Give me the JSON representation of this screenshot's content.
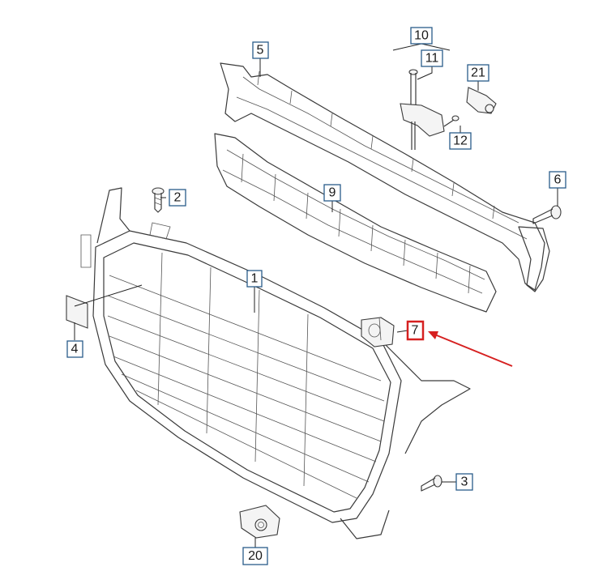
{
  "diagram": {
    "callouts": [
      {
        "id": "c1",
        "label": "1"
      },
      {
        "id": "c2",
        "label": "2"
      },
      {
        "id": "c3",
        "label": "3"
      },
      {
        "id": "c4",
        "label": "4"
      },
      {
        "id": "c5",
        "label": "5"
      },
      {
        "id": "c6",
        "label": "6"
      },
      {
        "id": "c7",
        "label": "7"
      },
      {
        "id": "c9",
        "label": "9"
      },
      {
        "id": "c10",
        "label": "10"
      },
      {
        "id": "c11",
        "label": "11"
      },
      {
        "id": "c12",
        "label": "12"
      },
      {
        "id": "c20",
        "label": "20"
      },
      {
        "id": "c21",
        "label": "21"
      }
    ],
    "highlighted_callout": "7",
    "colors": {
      "callout_border": "#2a5c8a",
      "highlight": "#d62020",
      "line_art": "#3a3a3a"
    }
  }
}
